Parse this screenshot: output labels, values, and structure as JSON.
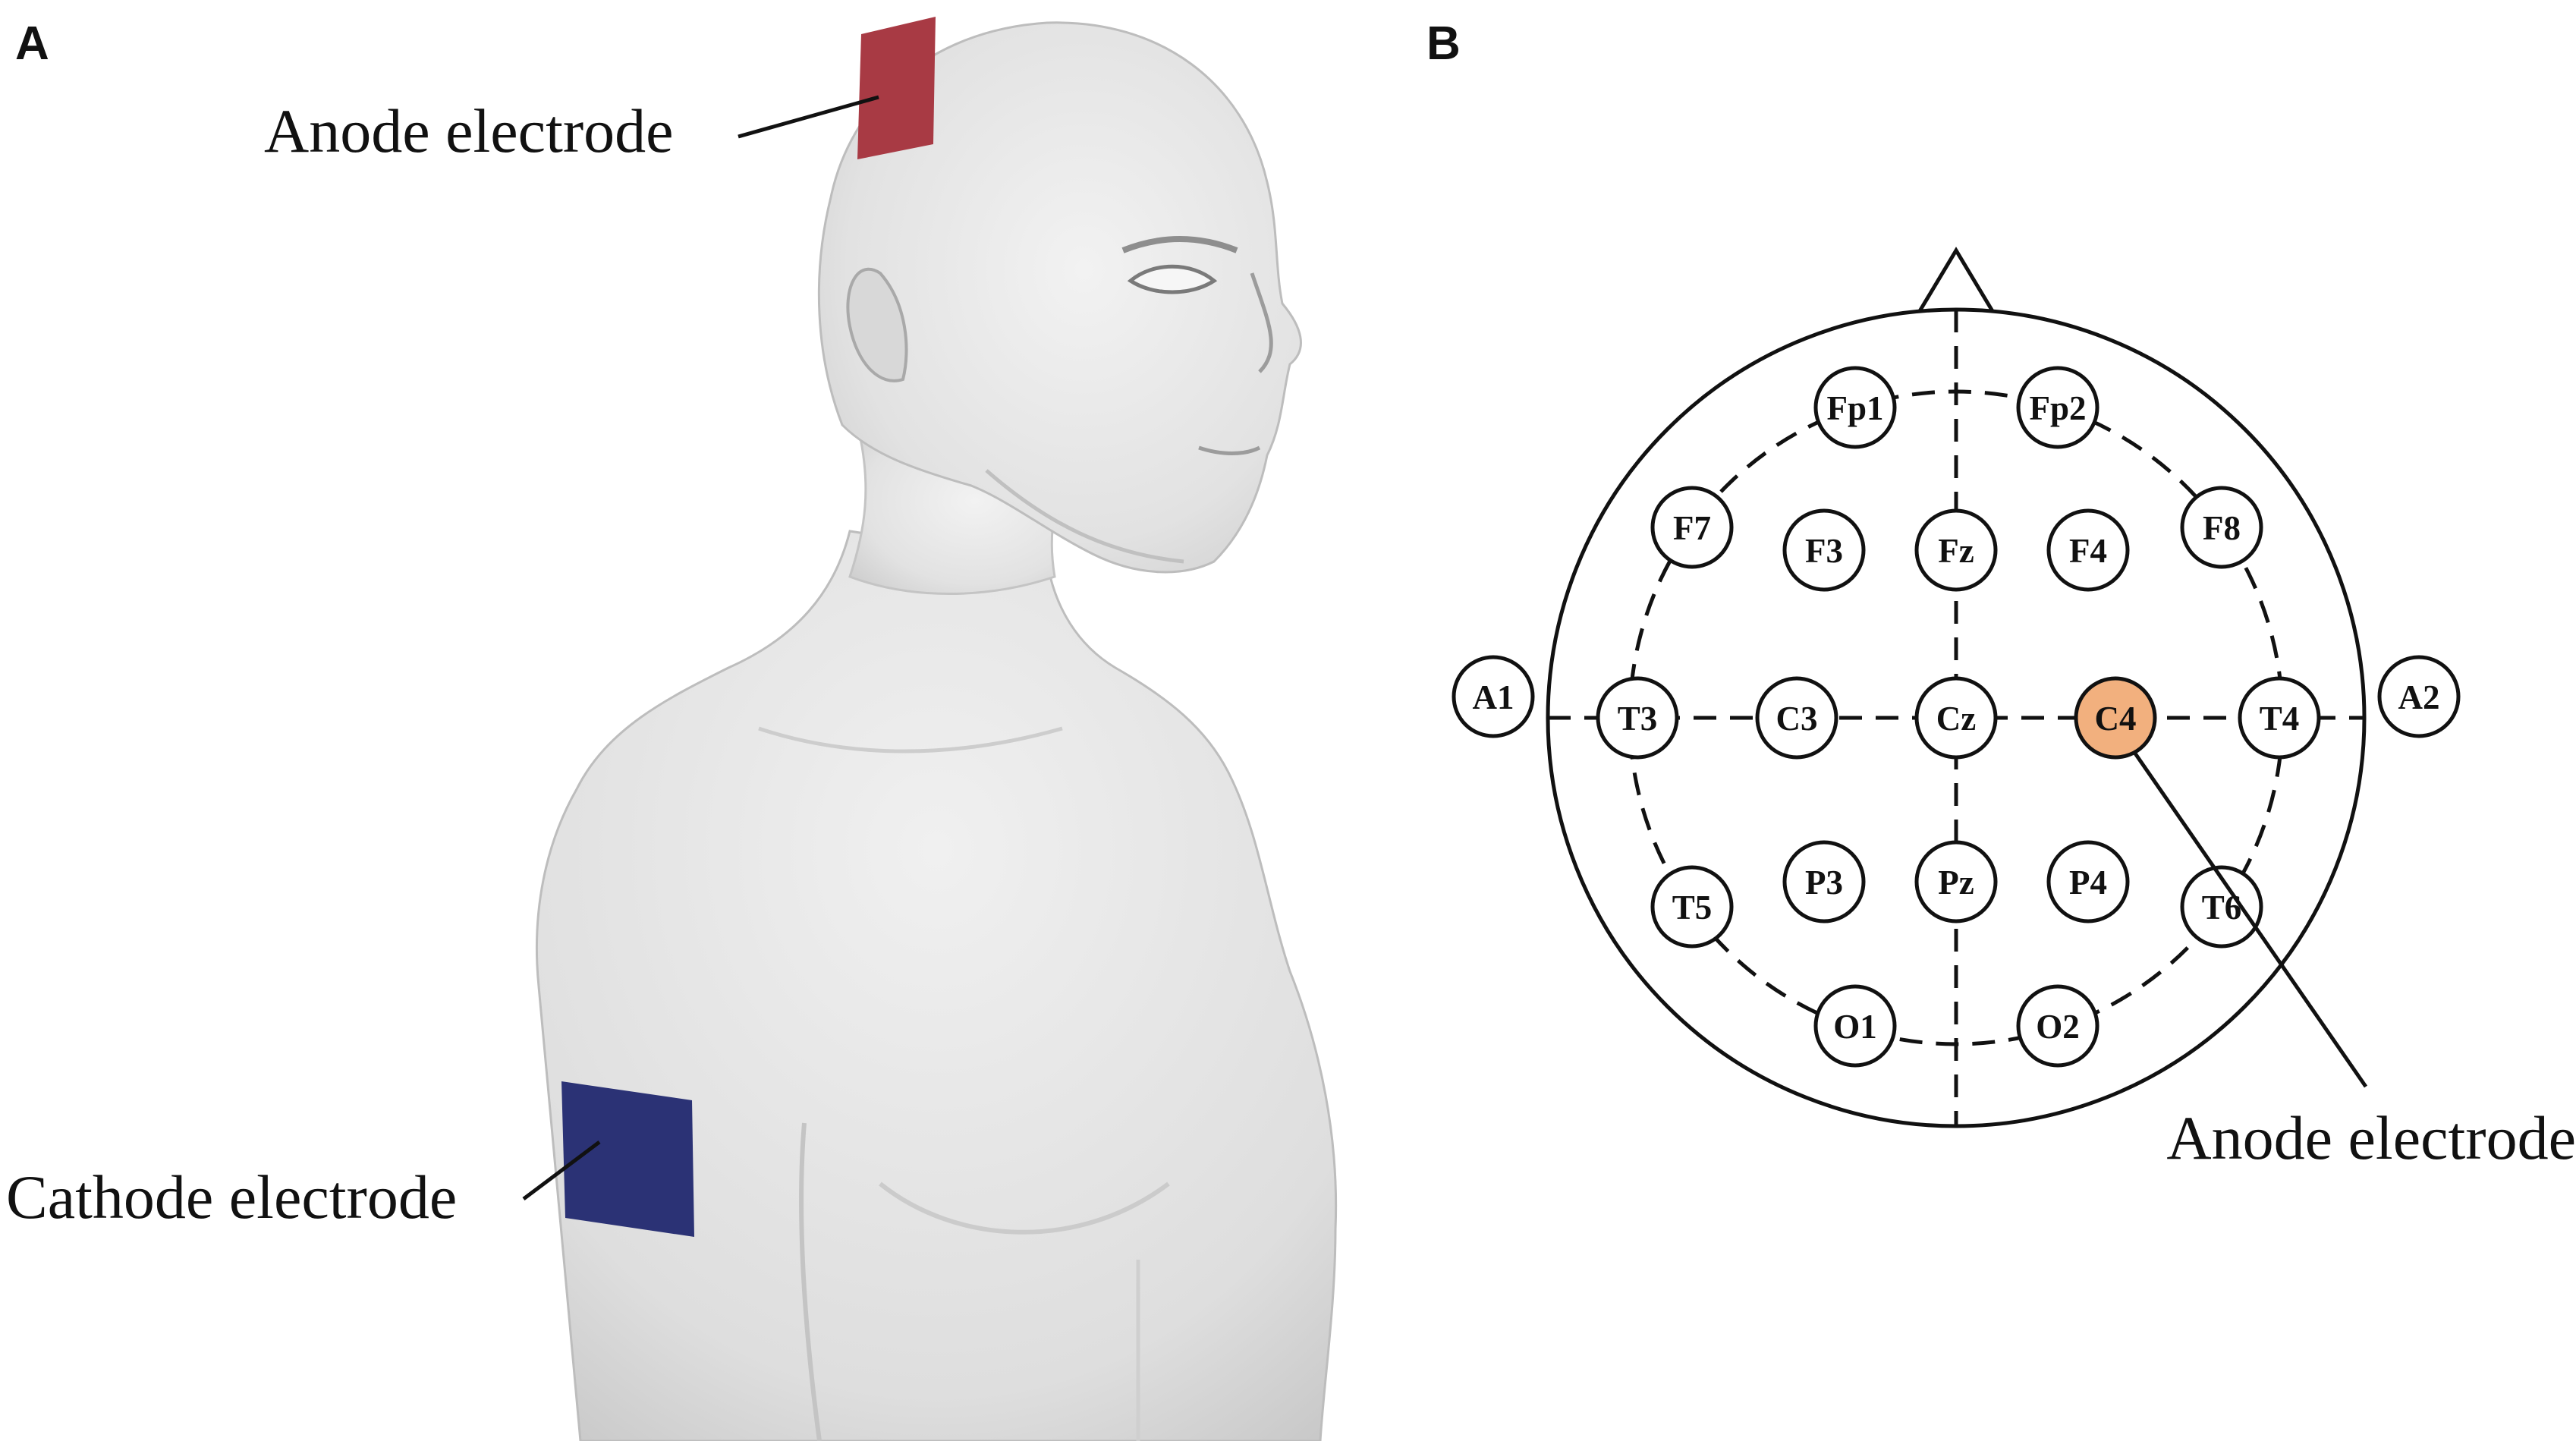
{
  "panel_a": {
    "letter": "A",
    "anode_label": "Anode electrode",
    "cathode_label": "Cathode electrode"
  },
  "panel_b": {
    "letter": "B",
    "anode_label": "Anode electrode",
    "electrodes": [
      "Fp1",
      "Fp2",
      "F7",
      "F3",
      "Fz",
      "F4",
      "F8",
      "A1",
      "T3",
      "C3",
      "Cz",
      "C4",
      "T4",
      "A2",
      "T5",
      "P3",
      "Pz",
      "P4",
      "T6",
      "O1",
      "O2"
    ],
    "highlighted_electrode": "C4"
  },
  "colors": {
    "anode_pad": "#a83a44",
    "cathode_pad": "#2b3275",
    "highlight_fill": "#f2b07e",
    "body_shade": "#e6e6e6",
    "stroke": "#111111"
  }
}
